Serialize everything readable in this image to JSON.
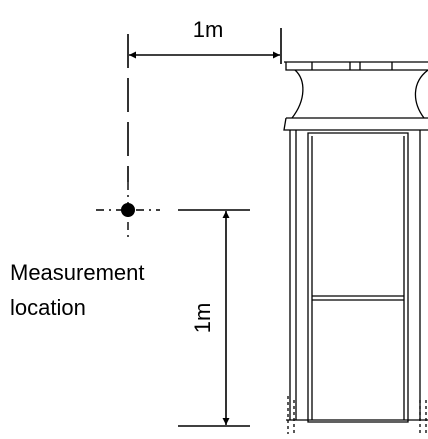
{
  "diagram": {
    "horizontal_distance_label": "1m",
    "vertical_height_label": "1m",
    "measurement_label_line1": "Measurement",
    "measurement_label_line2": "location"
  }
}
